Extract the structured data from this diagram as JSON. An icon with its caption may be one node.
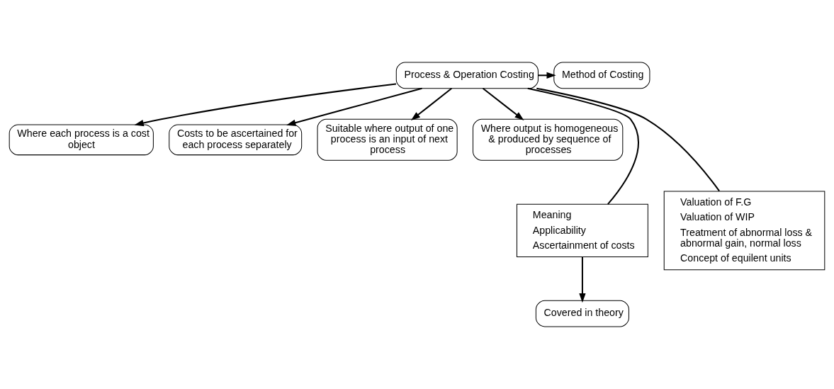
{
  "diagram": {
    "nodes": [
      {
        "text": [
          "Process & Operation Costing"
        ]
      },
      {
        "text": [
          "Method of Costing"
        ]
      },
      {
        "text": [
          "Where each process is a cost object"
        ]
      },
      {
        "text": [
          "Costs to be ascertained for each process separately"
        ]
      },
      {
        "text": [
          "Suitable where output of one process is an input of next process"
        ]
      },
      {
        "text": [
          "Where output is homogeneous & produced by sequence of processes"
        ]
      },
      {
        "text": [
          "Meaning",
          "Applicability",
          "Ascertainment of costs"
        ]
      },
      {
        "text": [
          "Covered in theory"
        ]
      },
      {
        "text": [
          "Valuation of F.G",
          "Valuation of WIP",
          "Treatment of abnormal loss & abnormal gain, normal loss",
          "Concept of equilent units"
        ]
      }
    ],
    "edges": [
      {
        "from": 0,
        "to": 1,
        "arrow": "to"
      },
      {
        "from": 0,
        "to": 2,
        "arrow": "to"
      },
      {
        "from": 0,
        "to": 3,
        "arrow": "to"
      },
      {
        "from": 0,
        "to": 4,
        "arrow": "to"
      },
      {
        "from": 0,
        "to": 5,
        "arrow": "to"
      },
      {
        "from": 0,
        "to": 6,
        "arrow": "none"
      },
      {
        "from": 0,
        "to": 8,
        "arrow": "none"
      },
      {
        "from": 6,
        "to": 7,
        "arrow": "to"
      }
    ]
  }
}
